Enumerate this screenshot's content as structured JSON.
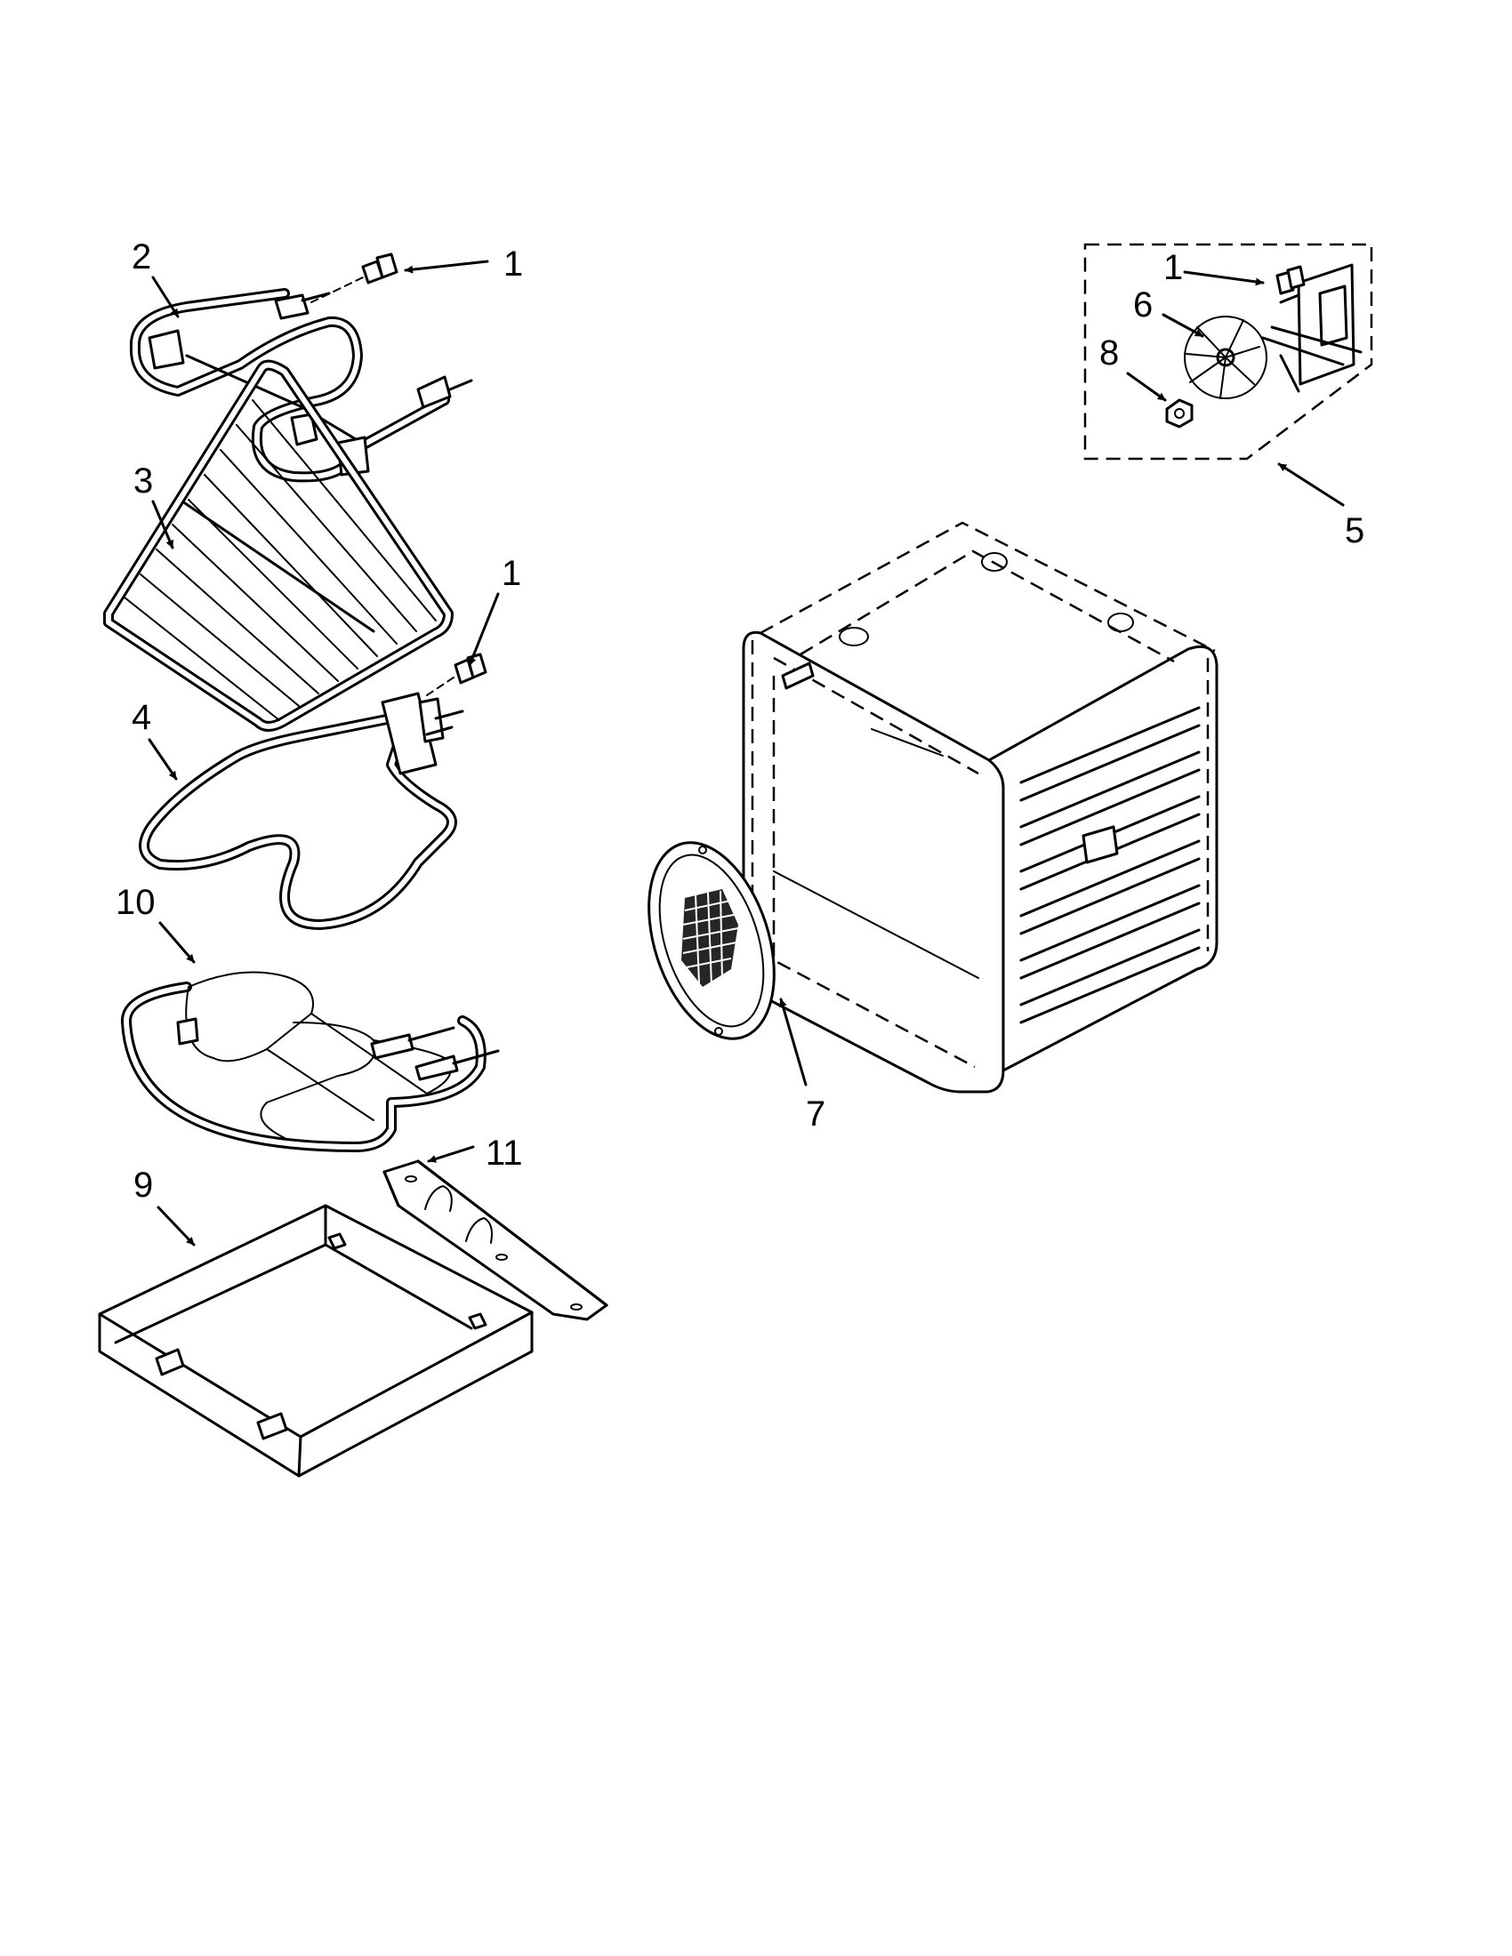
{
  "callouts": [
    {
      "id": "c1a",
      "text": "1"
    },
    {
      "id": "c2",
      "text": "2"
    },
    {
      "id": "c3",
      "text": "3"
    },
    {
      "id": "c1b",
      "text": "1"
    },
    {
      "id": "c4",
      "text": "4"
    },
    {
      "id": "c10",
      "text": "10"
    },
    {
      "id": "c11",
      "text": "11"
    },
    {
      "id": "c9",
      "text": "9"
    },
    {
      "id": "c1c",
      "text": "1"
    },
    {
      "id": "c6",
      "text": "6"
    },
    {
      "id": "c8",
      "text": "8"
    },
    {
      "id": "c5",
      "text": "5"
    },
    {
      "id": "c7",
      "text": "7"
    }
  ]
}
